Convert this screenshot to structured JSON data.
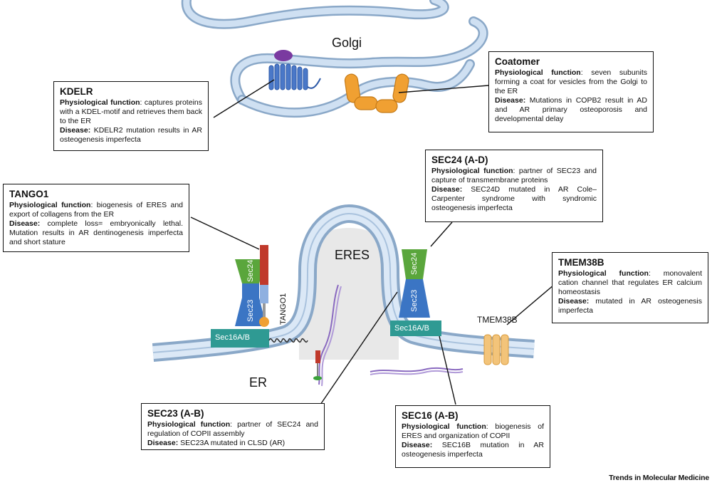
{
  "labels": {
    "golgi": "Golgi",
    "eres": "ERES",
    "er": "ER",
    "tango1": "TANGO1",
    "tmem38b": "TMEM38B",
    "sec24_left": "Sec24",
    "sec23_left": "Sec23",
    "sec16_left": "Sec16A/B",
    "sec24_right": "Sec24",
    "sec23_right": "Sec23",
    "sec16_right": "Sec16A/B"
  },
  "boxes": {
    "kdelr": {
      "title": "KDELR",
      "phys_label": "Physiological function",
      "phys_text": ": captures proteins with a KDEL-motif and retrieves them back to the ER",
      "dis_label": "Disease:",
      "dis_text": " KDELR2 mutation results in AR osteogenesis imperfecta"
    },
    "coatomer": {
      "title": "Coatomer",
      "phys_label": "Physiological function",
      "phys_text": ": seven subunits forming a coat for vesicles from the Golgi to the ER",
      "dis_label": "Disease:",
      "dis_text": " Mutations in COPB2 result in AD and AR primary osteoporosis and developmental delay"
    },
    "sec24": {
      "title": "SEC24 (A-D)",
      "phys_label": "Physiological function",
      "phys_text": ": partner of SEC23 and capture of transmembrane proteins",
      "dis_label": "Disease:",
      "dis_text": " SEC24D mutated in AR Cole–Carpenter syndrome with syndromic osteogenesis imperfecta"
    },
    "tango1": {
      "title": "TANGO1",
      "phys_label": "Physiological function",
      "phys_text": ": biogenesis of ERES and export of collagens from the ER",
      "dis_label": "Disease:",
      "dis_text": " complete loss= embryonically lethal. Mutation results in AR dentinogenesis imperfecta and short stature"
    },
    "tmem38b": {
      "title": "TMEM38B",
      "phys_label": "Physiological function",
      "phys_text": ": monovalent cation channel that regulates ER calcium homeostasis",
      "dis_label": "Disease:",
      "dis_text": " mutated in AR osteogenesis imperfecta"
    },
    "sec23": {
      "title": "SEC23 (A-B)",
      "phys_label": "Physiological function",
      "phys_text": ": partner of SEC24 and regulation of COPII assembly",
      "dis_label": "Disease:",
      "dis_text": " SEC23A mutated in CLSD (AR)"
    },
    "sec16": {
      "title": "SEC16 (A-B)",
      "phys_label": "Physiological function",
      "phys_text": ": biogenesis of ERES and organization of COPII",
      "dis_label": "Disease:",
      "dis_text": " SEC16B mutation in AR osteogenesis imperfecta"
    }
  },
  "footer": "Trends in Molecular Medicine",
  "colors": {
    "membrane_fill": "#c9dbf0",
    "membrane_edge": "#8aa8c8",
    "sec24": "#5aa63c",
    "sec23": "#3b75c4",
    "sec16": "#2f9a93",
    "tango1_red": "#c0392b",
    "coatomer": "#f0a032",
    "kdelr": "#4a78c8",
    "kdel_ligand": "#7a3aa0"
  }
}
